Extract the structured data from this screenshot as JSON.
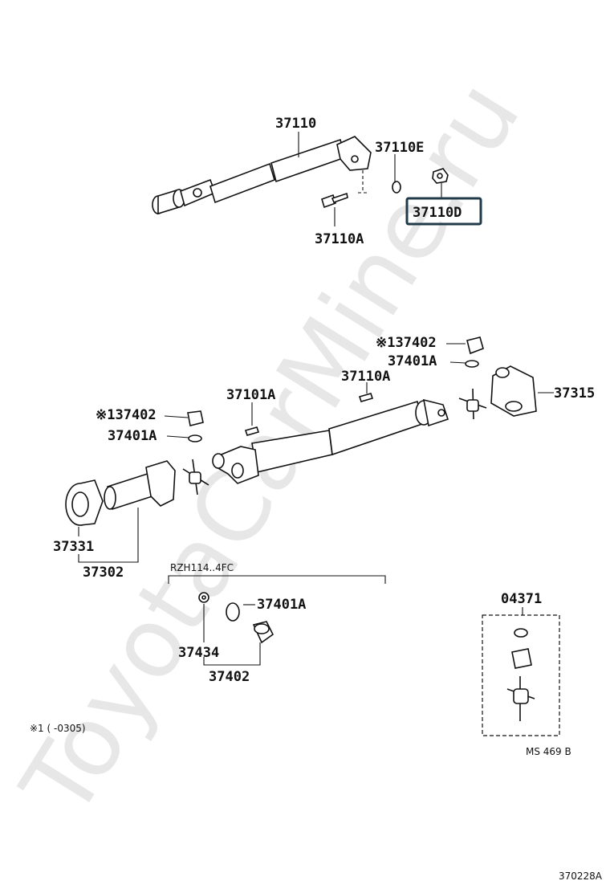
{
  "watermark": "ToyotaCarMine.ru",
  "diagram_code": "370228A",
  "variant_note": "RZH114..4FC",
  "footnote": "※1 (      -0305)",
  "clipped_code": "MS 469 B",
  "highlight_color": "#1f3a4a",
  "labels": {
    "p37110": "37110",
    "p37110E": "37110E",
    "p37110D": "37110D",
    "p37110A_top": "37110A",
    "p37402_r": "※137402",
    "p37401A_r": "37401A",
    "p37110A_mid": "37110A",
    "p37315": "37315",
    "p37101A": "37101A",
    "p37402_l": "※137402",
    "p37401A_l": "37401A",
    "p37331": "37331",
    "p37302": "37302",
    "p37401A_b": "37401A",
    "p37434": "37434",
    "p37402_b": "37402",
    "p04371": "04371"
  }
}
